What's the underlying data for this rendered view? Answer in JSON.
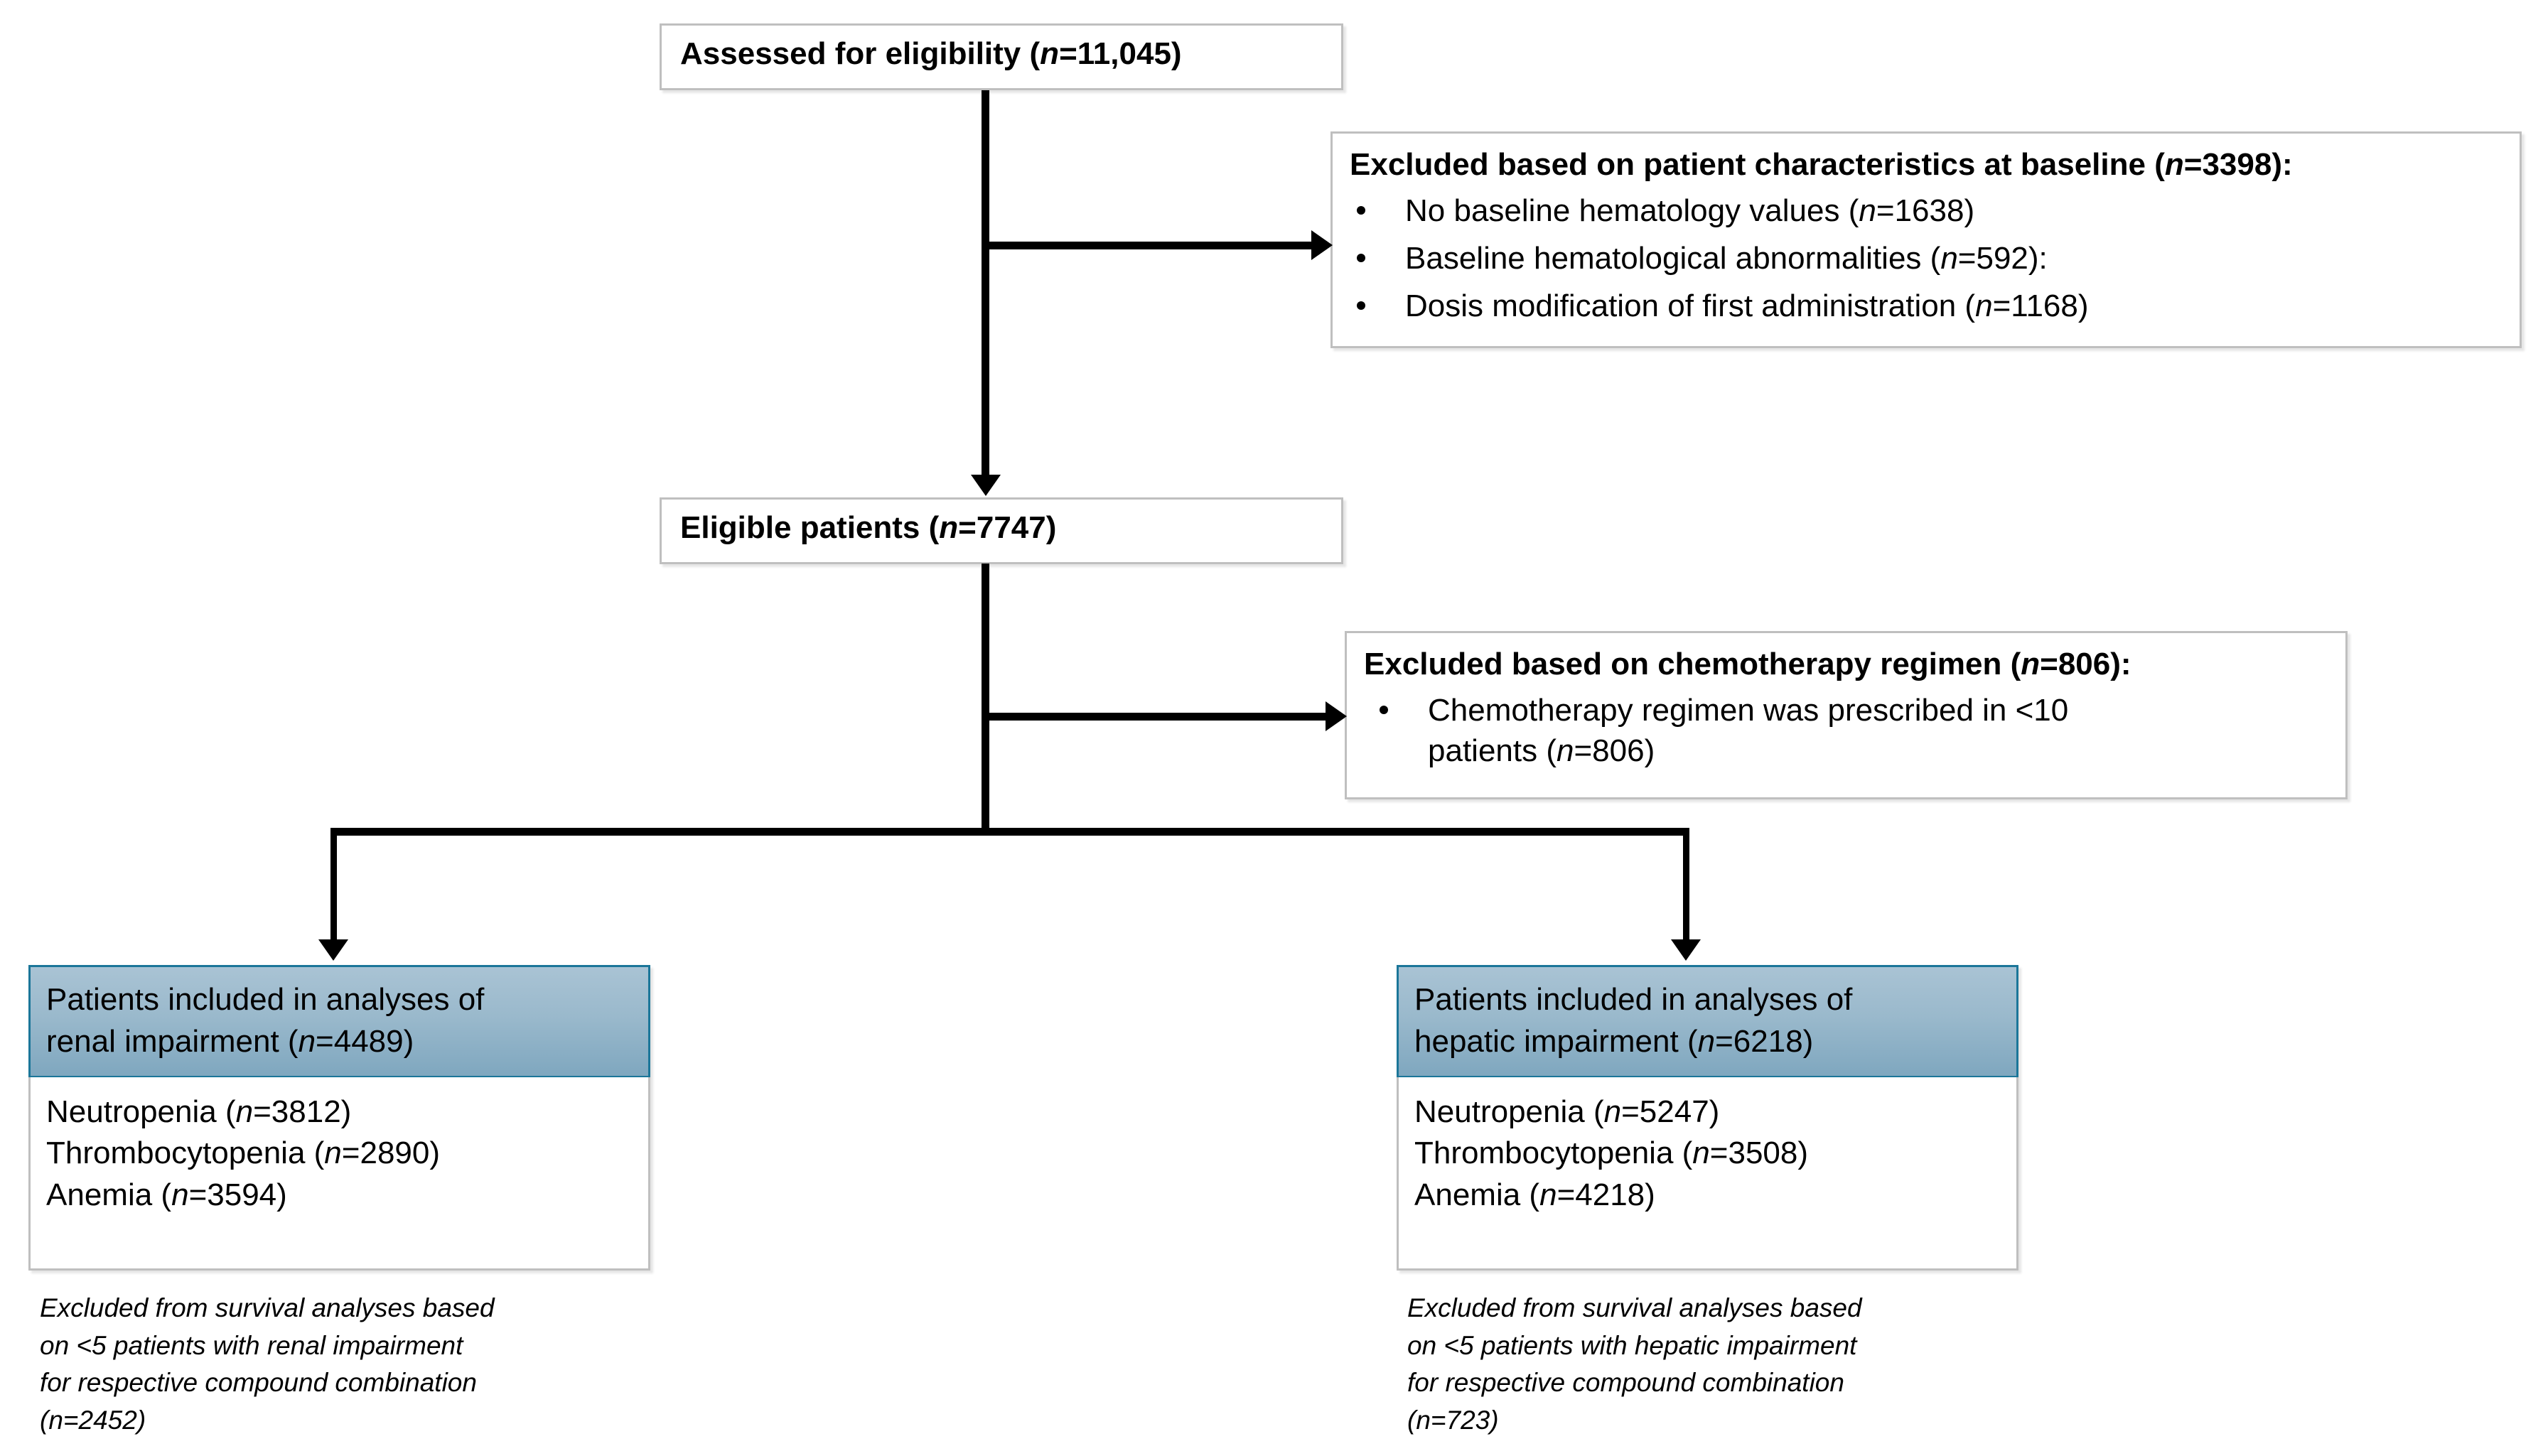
{
  "diagram": {
    "title": "CONSORT-style patient selection flow",
    "accent_teal_border": "#1b7699",
    "header_fill_top": "#a9c3d4",
    "header_fill_bottom": "#7fa7bf",
    "box_border": "#bfbfbf",
    "connector_color": "#000000"
  },
  "assessed": {
    "label": "Assessed for eligibility",
    "n_prefix": " (",
    "n_italic": "n",
    "n_value": "=11,045)"
  },
  "excluded_baseline": {
    "title_text": "Excluded based on patient characteristics at baseline",
    "title_n": "=3398):",
    "bullets": [
      {
        "text": "No baseline hematology values",
        "n": "=1638)"
      },
      {
        "text": "Baseline hematological abnormalities",
        "n": "=592):"
      },
      {
        "text": "Dosis modification of first administration",
        "n": "=1168)"
      }
    ]
  },
  "eligible": {
    "label": "Eligible patients",
    "n_value": "=7747)"
  },
  "excluded_chemo": {
    "title_text": "Excluded based on chemotherapy regimen",
    "title_n": "=806):",
    "bullets": [
      {
        "line1": "Chemotherapy regimen was prescribed in <10",
        "line2_pre": "patients (",
        "line2_n": "=806)"
      }
    ]
  },
  "renal": {
    "head_line1": "Patients included in analyses of",
    "head_line2_pre": "renal impairment (",
    "head_line2_n": "=4489)",
    "rows": [
      {
        "label": "Neutropenia (",
        "n": "=3812)"
      },
      {
        "label": "Thrombocytopenia (",
        "n": "=2890)"
      },
      {
        "label": "Anemia (",
        "n": "=3594)"
      }
    ],
    "footnote_lines": [
      "Excluded  from survival analyses based",
      "on <5 patients with renal impairment",
      "for respective compound combination",
      "(n=2452)"
    ]
  },
  "hepatic": {
    "head_line1": "Patients included in analyses of",
    "head_line2_pre": "hepatic impairment (",
    "head_line2_n": "=6218)",
    "rows": [
      {
        "label": "Neutropenia (",
        "n": "=5247)"
      },
      {
        "label": "Thrombocytopenia (",
        "n": "=3508)"
      },
      {
        "label": "Anemia (",
        "n": "=4218)"
      }
    ],
    "footnote_lines": [
      "Excluded from survival analyses based",
      "on <5 patients with hepatic impairment",
      "for respective compound combination",
      "(n=723)"
    ]
  },
  "glyphs": {
    "italic_n": "n",
    "bullet": "•"
  }
}
